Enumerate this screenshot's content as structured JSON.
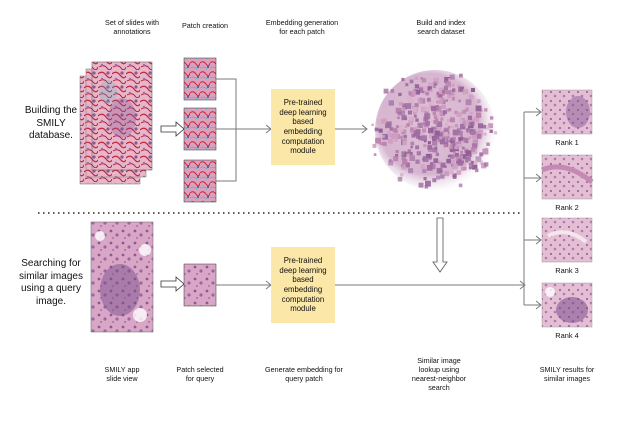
{
  "headers": {
    "slides": [
      "Set of slides with",
      "annotations"
    ],
    "patch": [
      "Patch creation"
    ],
    "embedding": [
      "Embedding generation",
      "for each patch"
    ],
    "index": [
      "Build and index",
      "search dataset"
    ]
  },
  "side_labels": {
    "building": [
      "Building the",
      "SMILY",
      "database."
    ],
    "searching": [
      "Searching for",
      "similar images",
      "using a query",
      "image."
    ]
  },
  "modules": {
    "top": [
      "Pre-trained",
      "deep learning",
      "based",
      "embedding",
      "computation",
      "module"
    ],
    "bottom": [
      "Pre-trained",
      "deep learning",
      "based",
      "embedding",
      "computation",
      "module"
    ]
  },
  "captions": {
    "app": [
      "SMILY app",
      "slide view"
    ],
    "patch_selected": [
      "Patch selected",
      "for query"
    ],
    "generate": [
      "Generate embedding for",
      "query patch"
    ],
    "lookup": [
      "Similar image",
      "lookup using",
      "nearest-neighbor",
      "search"
    ],
    "results": [
      "SMILY results for",
      "similar images"
    ]
  },
  "ranks": [
    "Rank 1",
    "Rank 2",
    "Rank 3",
    "Rank 4"
  ],
  "colors": {
    "module_fill": "#fbe7a8",
    "tissue_pink": "#d58fb0",
    "tissue_purple": "#8a5a96",
    "annotation_red": "#c8243c",
    "annotation_cyan": "#5ab6c8",
    "line_gray": "#7a7a7a"
  }
}
